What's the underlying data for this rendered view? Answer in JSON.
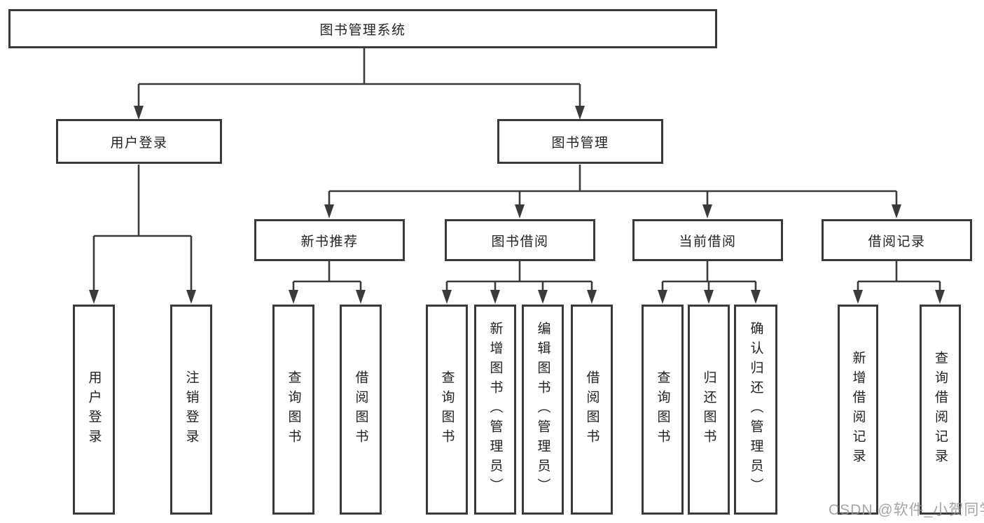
{
  "diagram_title": "图书管理系统",
  "watermark": {
    "text": "CSDN @软件_小贺同学"
  },
  "colors": {
    "line": "#3a3a3a",
    "text": "#222222",
    "background": "#ffffff",
    "watermark": "#949494"
  },
  "nodes": {
    "root": "图书管理系统",
    "user_login": "用户登录",
    "book_management": "图书管理",
    "new_book_recommend": "新书推荐",
    "book_borrow": "图书借阅",
    "current_borrow": "当前借阅",
    "borrow_records": "借阅记录",
    "leaf_user_login": "用户登录",
    "leaf_logout": "注销登录",
    "leaf_nbr_query_books": "查询图书",
    "leaf_nbr_borrow_books": "借阅图书",
    "leaf_bb_query_books": "查询图书",
    "leaf_bb_add_books_admin": "新增图书（管理员）",
    "leaf_bb_edit_books_admin": "编辑图书（管理员）",
    "leaf_bb_borrow_books": "借阅图书",
    "leaf_cb_query_books": "查询图书",
    "leaf_cb_return_books": "归还图书",
    "leaf_cb_confirm_return_admin": "确认归还（管理员）",
    "leaf_br_add_record": "新增借阅记录",
    "leaf_br_query_record": "查询借阅记录"
  }
}
